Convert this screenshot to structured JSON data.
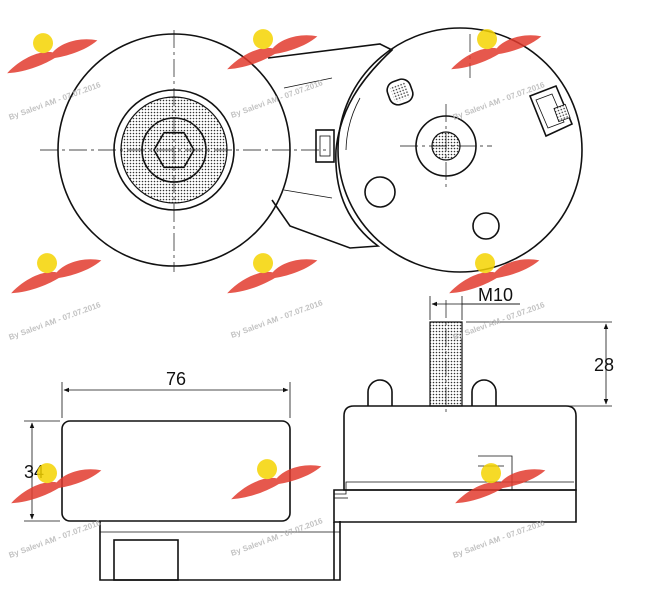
{
  "dimensions": {
    "width_label": "76",
    "height_label": "34",
    "thread_label": "M10",
    "stud_length_label": "28"
  },
  "watermark": {
    "text": "By Salevi AM - 07.07.2016",
    "color": "#b8b8b8",
    "logo_color": "#e23a2e",
    "logo_accent": "#f5d400"
  }
}
